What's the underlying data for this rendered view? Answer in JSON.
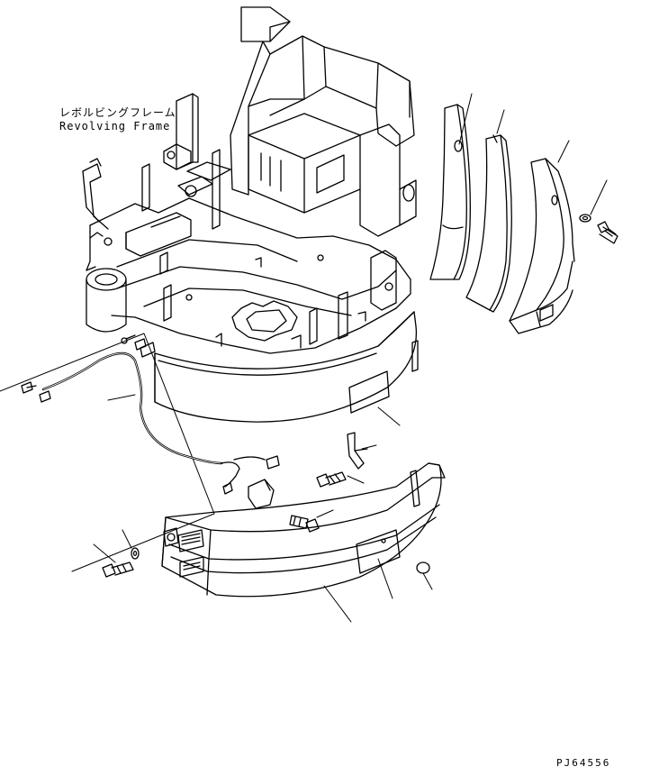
{
  "labels": {
    "revolving_frame_jp": "レボルビングフレーム",
    "revolving_frame_en": "Revolving Frame",
    "drawing_code": "PJ64556"
  },
  "style": {
    "line_color": "#000000",
    "background": "#ffffff"
  },
  "parts": [
    {
      "id": "revolving-frame",
      "icon": "revolving-frame-drawing"
    },
    {
      "id": "counterweight-rear",
      "icon": "counterweight-drawing"
    },
    {
      "id": "cover-lower",
      "icon": "cover-drawing"
    },
    {
      "id": "side-cover-left",
      "icon": "side-cover-drawing"
    },
    {
      "id": "side-cover-center",
      "icon": "side-cover-drawing"
    },
    {
      "id": "side-cover-right",
      "icon": "side-cover-drawing"
    },
    {
      "id": "wiring-harness",
      "icon": "harness-drawing"
    },
    {
      "id": "bolt",
      "icon": "bolt-icon"
    },
    {
      "id": "washer",
      "icon": "washer-icon"
    },
    {
      "id": "bracket",
      "icon": "bracket-icon"
    }
  ]
}
